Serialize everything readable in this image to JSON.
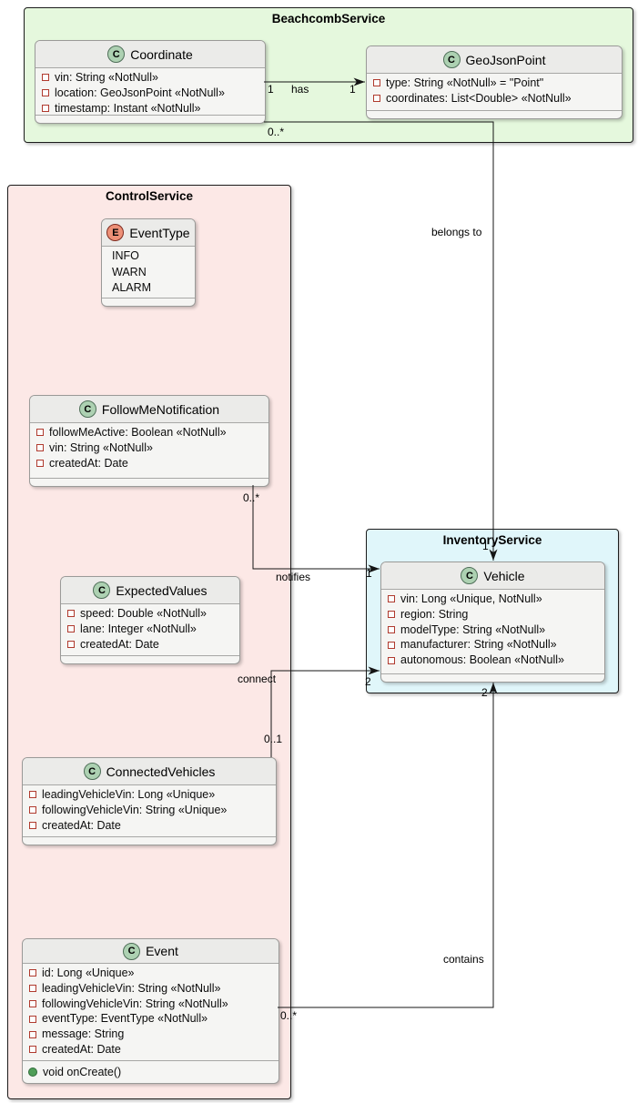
{
  "diagram_type": "uml-class-diagram",
  "packages": {
    "beachcomb": {
      "title": "BeachcombService"
    },
    "control": {
      "title": "ControlService"
    },
    "inventory": {
      "title": "InventoryService"
    }
  },
  "classes": {
    "coordinate": {
      "badge": "C",
      "name": "Coordinate",
      "attributes": [
        "vin: String «NotNull»",
        "location: GeoJsonPoint «NotNull»",
        "timestamp: Instant «NotNull»"
      ]
    },
    "geojsonpoint": {
      "badge": "C",
      "name": "GeoJsonPoint",
      "attributes": [
        "type: String «NotNull» = \"Point\"",
        "coordinates: List<Double> «NotNull»"
      ]
    },
    "eventtype": {
      "badge": "E",
      "name": "EventType",
      "values": [
        "INFO",
        "WARN",
        "ALARM"
      ]
    },
    "followme": {
      "badge": "C",
      "name": "FollowMeNotification",
      "attributes": [
        "followMeActive: Boolean «NotNull»",
        "vin: String «NotNull»",
        "createdAt: Date"
      ]
    },
    "expected": {
      "badge": "C",
      "name": "ExpectedValues",
      "attributes": [
        "speed: Double «NotNull»",
        "lane: Integer «NotNull»",
        "createdAt: Date"
      ]
    },
    "connected": {
      "badge": "C",
      "name": "ConnectedVehicles",
      "attributes": [
        "leadingVehicleVin: Long «Unique»",
        "followingVehicleVin: String «Unique»",
        "createdAt: Date"
      ]
    },
    "event": {
      "badge": "C",
      "name": "Event",
      "attributes": [
        "id: Long «Unique»",
        "leadingVehicleVin: String «NotNull»",
        "followingVehicleVin: String «NotNull»",
        "eventType: EventType «NotNull»",
        "message: String",
        "createdAt: Date"
      ],
      "methods": [
        "void onCreate()"
      ]
    },
    "vehicle": {
      "badge": "C",
      "name": "Vehicle",
      "attributes": [
        "vin: Long «Unique, NotNull»",
        "region: String",
        "modelType: String «NotNull»",
        "manufacturer: String «NotNull»",
        "autonomous: Boolean «NotNull»"
      ]
    }
  },
  "edges": {
    "has": {
      "label": "has",
      "source": "Coordinate",
      "target": "GeoJsonPoint",
      "source_multiplicity": "1",
      "target_multiplicity": "1"
    },
    "belongs_to": {
      "label": "belongs to",
      "source": "Coordinate",
      "target": "Vehicle",
      "source_multiplicity": "0..*",
      "target_multiplicity": "1"
    },
    "notifies": {
      "label": "notifies",
      "source": "FollowMeNotification",
      "target": "Vehicle",
      "source_multiplicity": "0..*",
      "target_multiplicity": "1"
    },
    "connect": {
      "label": "connect",
      "source": "ConnectedVehicles",
      "target": "Vehicle",
      "source_multiplicity": "0..1",
      "target_multiplicity": "2"
    },
    "contains": {
      "label": "contains",
      "source": "Event",
      "target": "Vehicle",
      "source_multiplicity": "0..*",
      "target_multiplicity": "2"
    }
  },
  "colors": {
    "package_beachcomb_fill": "#e5f8dd",
    "package_control_fill": "#fce8e6",
    "package_inventory_fill": "#e0f6fa",
    "class_badge_fill": "#add1b2",
    "enum_badge_fill": "#ed9077",
    "field_icon_border": "#b03a2e",
    "method_icon_fill": "#4f9e58",
    "line_color": "#141414"
  }
}
